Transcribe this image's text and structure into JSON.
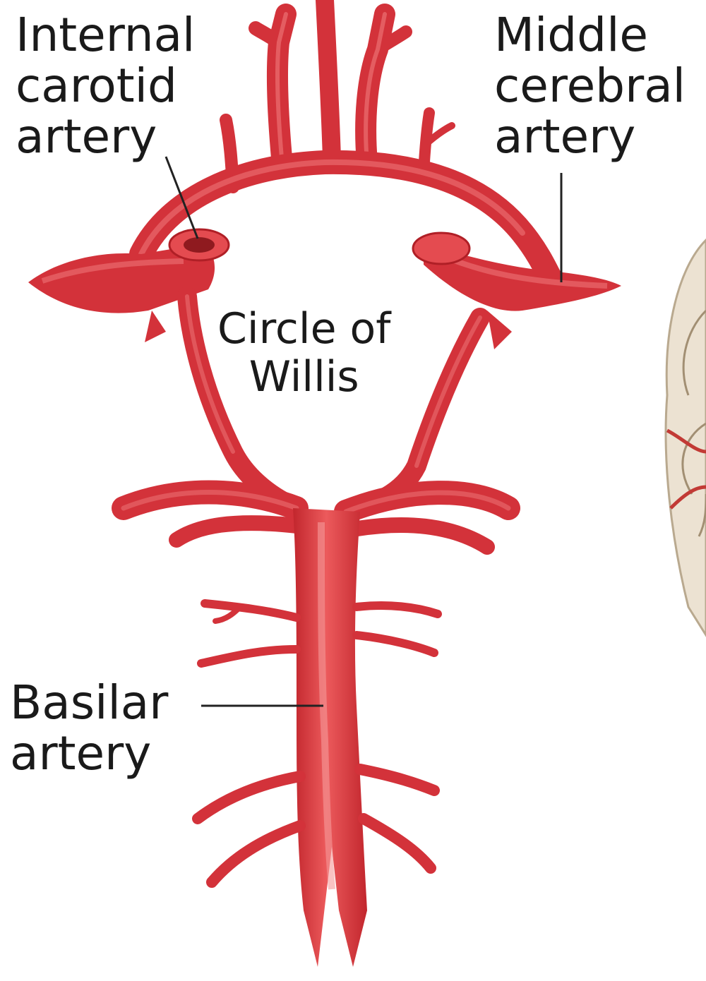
{
  "labels": {
    "internal_carotid": [
      "Internal",
      "carotid",
      "artery"
    ],
    "middle_cerebral": [
      "Middle",
      "cerebral",
      "artery"
    ],
    "circle_of_willis": [
      "Circle of",
      "Willis"
    ],
    "basilar": [
      "Basilar",
      "artery"
    ]
  },
  "colors": {
    "artery": "#d9343a",
    "artery_dark": "#b01f26",
    "artery_highlight": "#f07a7c",
    "lumen": "#8f1a1f",
    "text": "#1a1a1a",
    "leader_line": "#222222",
    "brain_tissue": "#e9dcc8"
  }
}
